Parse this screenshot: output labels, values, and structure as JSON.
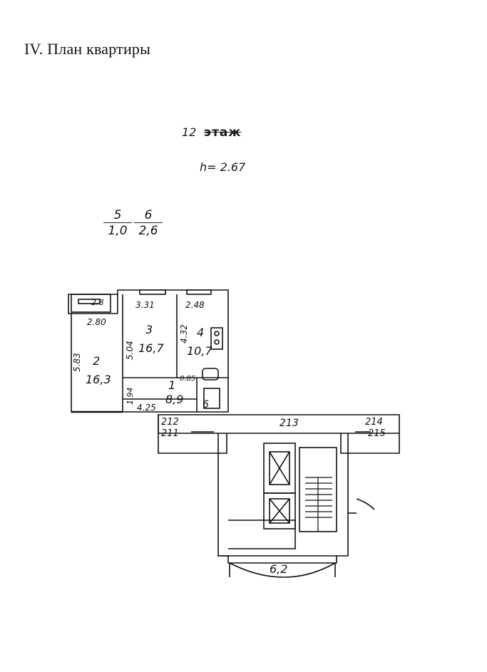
{
  "heading": "IV. План квартиры",
  "floor": {
    "number": "12",
    "word": "этаж"
  },
  "ceiling_height": "h= 2.67",
  "fractions": [
    {
      "num": "5",
      "den": "1,0"
    },
    {
      "num": "6",
      "den": "2,6"
    }
  ],
  "rooms": {
    "balcony": {
      "width": "2.8",
      "depth": "2.80"
    },
    "room2": {
      "number": "2",
      "area": "16,3",
      "length": "5.83"
    },
    "room3": {
      "number": "3",
      "area": "16,7",
      "width": "3.31",
      "length": "5.04"
    },
    "room4": {
      "number": "4",
      "area": "10,7",
      "width": "2.48",
      "length": "4.32"
    },
    "hall": {
      "number": "1",
      "area": "8,9",
      "width": "4.25",
      "depth": "1.94"
    },
    "bath": {
      "width": "0.85",
      "number": "6"
    },
    "units": {
      "u212": "212",
      "u211": "211",
      "u213": "213",
      "u214": "214",
      "u215": "215"
    },
    "stair_landing": {
      "width": "6,2"
    }
  }
}
